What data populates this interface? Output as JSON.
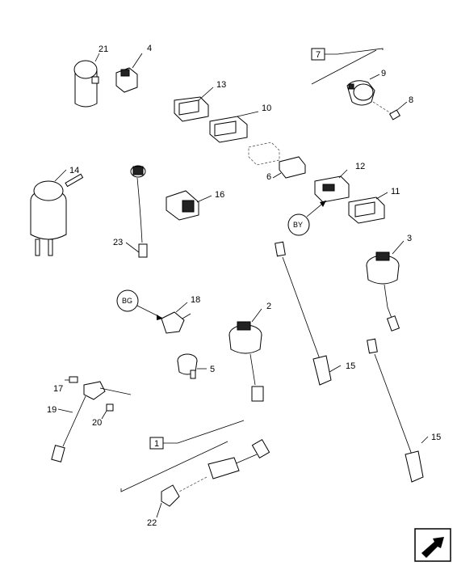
{
  "callouts": {
    "c21": "21",
    "c4": "4",
    "c13": "13",
    "c10": "10",
    "c9": "9",
    "c8": "8",
    "c14": "14",
    "c16": "16",
    "c6": "6",
    "c12": "12",
    "c11": "11",
    "c23": "23",
    "c3": "3",
    "c18": "18",
    "c2": "2",
    "c5": "5",
    "c15a": "15",
    "c17": "17",
    "c19": "19",
    "c20": "20",
    "c15b": "15",
    "c22": "22"
  },
  "group_boxes": {
    "box7": "7",
    "box1": "1"
  },
  "reference_circles": {
    "by": "BY",
    "bg": "BG"
  },
  "nav_icon": "arrow-direction-icon"
}
